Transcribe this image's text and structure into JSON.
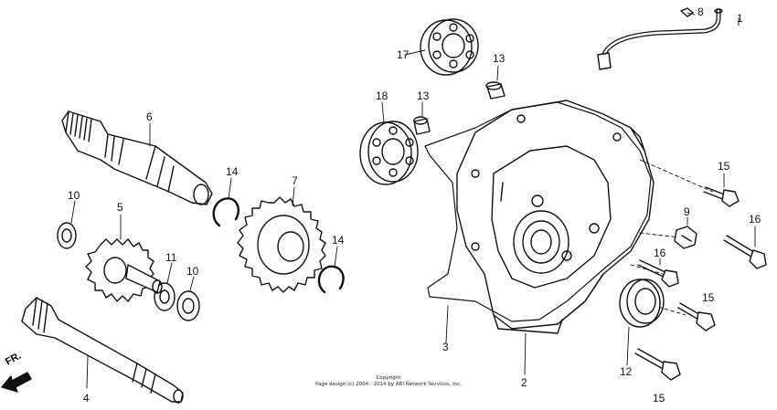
{
  "callouts": {
    "c1": "1",
    "c2": "2",
    "c3": "3",
    "c4": "4",
    "c5": "5",
    "c6": "6",
    "c7": "7",
    "c8": "8",
    "c9": "9",
    "c10a": "10",
    "c10b": "10",
    "c11": "11",
    "c12": "12",
    "c13a": "13",
    "c13b": "13",
    "c14a": "14",
    "c14b": "14",
    "c15a": "15",
    "c15b": "15",
    "c15c": "15",
    "c16a": "16",
    "c16b": "16",
    "c17": "17",
    "c18": "18"
  },
  "direction_label": "FR.",
  "copyright": {
    "line1": "Copyright",
    "line2": "Page design (c) 2004 - 2014 by ARI Network Services, Inc."
  }
}
